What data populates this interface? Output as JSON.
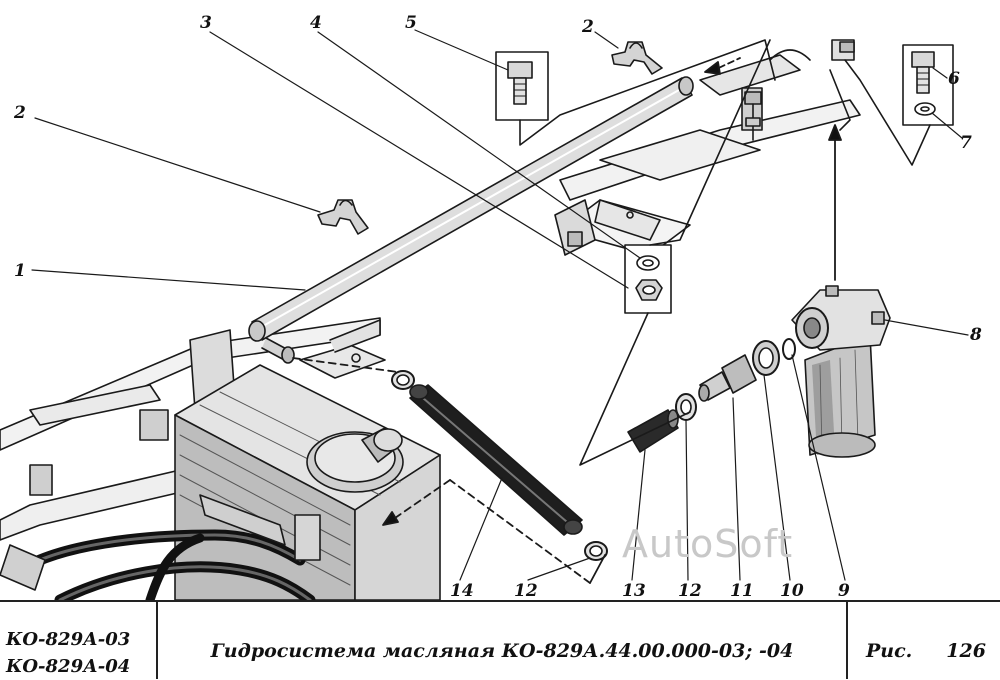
{
  "callouts": [
    {
      "id": "c1",
      "label": "1"
    },
    {
      "id": "c2a",
      "label": "2"
    },
    {
      "id": "c2b",
      "label": "2"
    },
    {
      "id": "c3",
      "label": "3"
    },
    {
      "id": "c4",
      "label": "4"
    },
    {
      "id": "c5",
      "label": "5"
    },
    {
      "id": "c6",
      "label": "6"
    },
    {
      "id": "c7",
      "label": "7"
    },
    {
      "id": "c8",
      "label": "8"
    },
    {
      "id": "c9",
      "label": "9"
    },
    {
      "id": "c10",
      "label": "10"
    },
    {
      "id": "c11",
      "label": "11"
    },
    {
      "id": "c12a",
      "label": "12"
    },
    {
      "id": "c12b",
      "label": "12"
    },
    {
      "id": "c13",
      "label": "13"
    },
    {
      "id": "c14",
      "label": "14"
    }
  ],
  "watermark": "AutoSoft",
  "title_block": {
    "models": [
      "КО-829А-03",
      "КО-829А-04"
    ],
    "title": "Гидросистема масляная КО-829А.44.00.000-03; -04",
    "figure_label": "Рис.",
    "figure_number": "126"
  }
}
